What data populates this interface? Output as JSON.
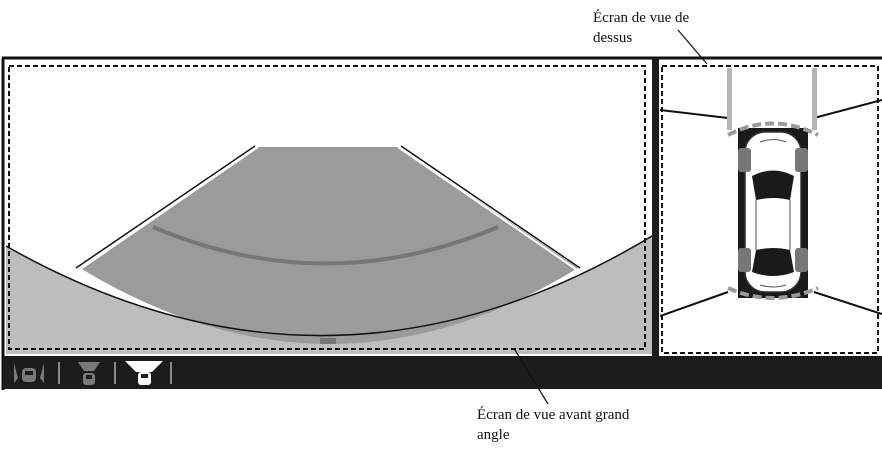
{
  "callouts": {
    "top_view": {
      "line1": "Écran de vue de",
      "line2": "dessus"
    },
    "wide_front_view": {
      "line1": "Écran de vue avant grand",
      "line2": "angle"
    }
  },
  "icons": [
    "view-mode-side-icon",
    "view-mode-front-icon",
    "view-mode-wide-front-icon"
  ],
  "selected_view_mode": "view-mode-wide-front-icon",
  "colors": {
    "display_bg": "#ffffff",
    "ground_light": "#bdbdbd",
    "ground_mid": "#9b9b9b",
    "guide_line": "#777777",
    "toolbar": "#1c1c1c",
    "dashed_outline": "#111111"
  }
}
